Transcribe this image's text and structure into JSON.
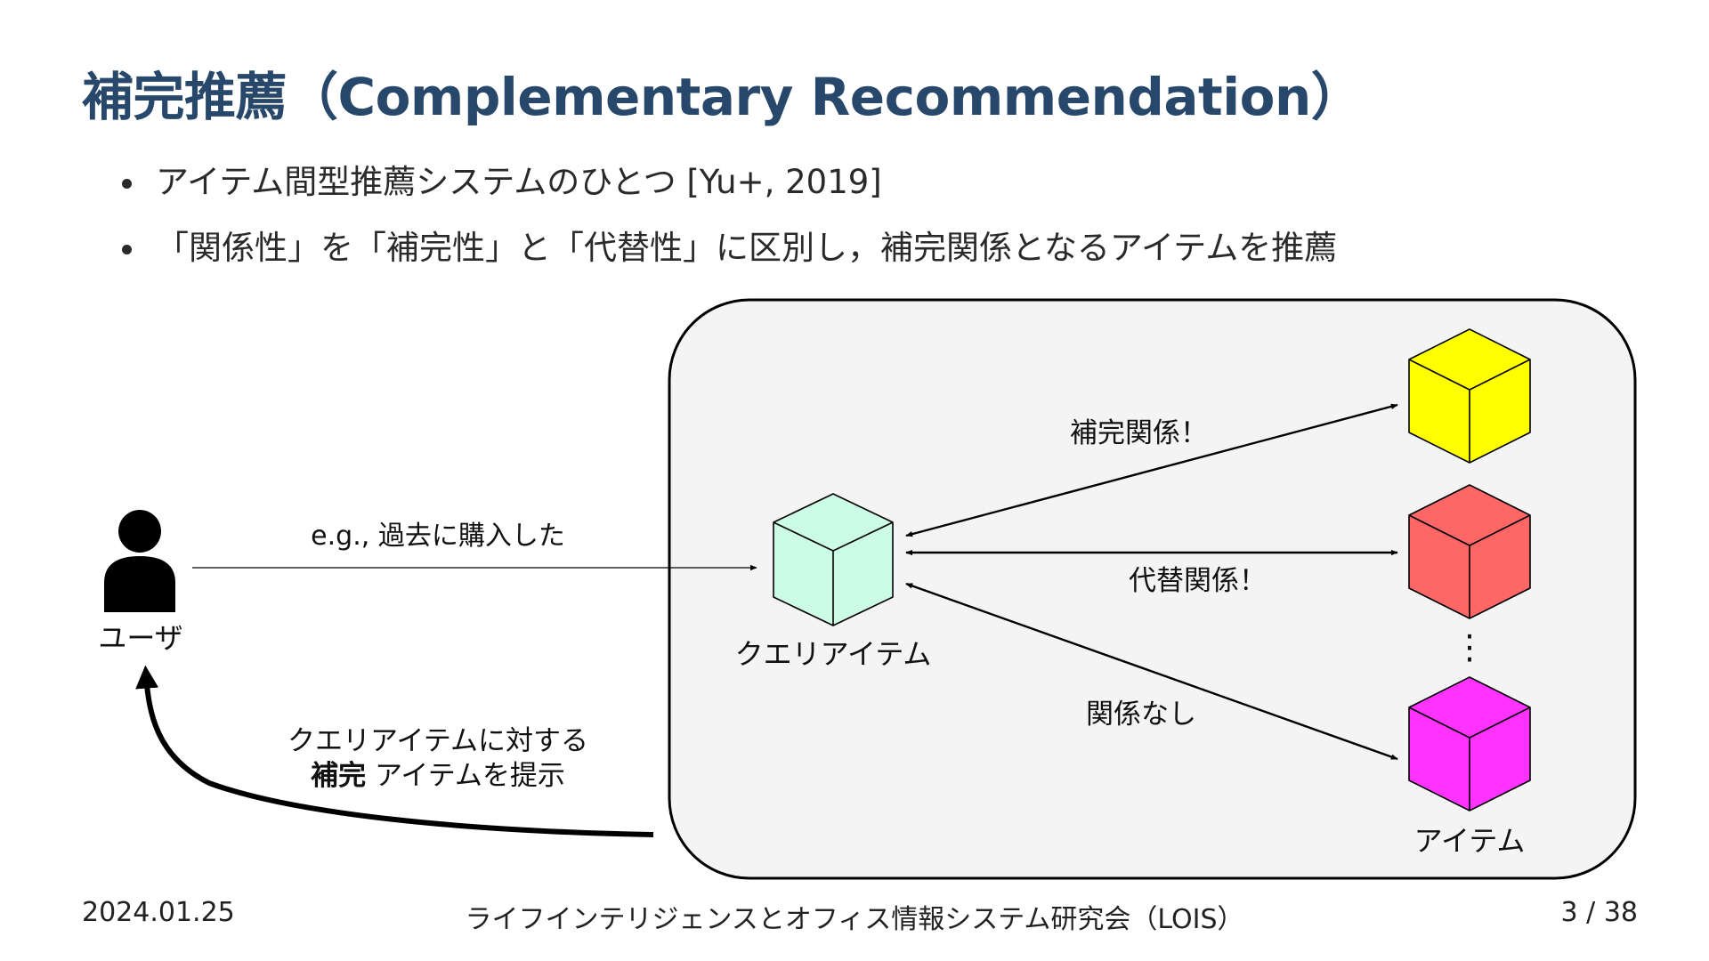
{
  "slide": {
    "title": "補完推薦（Complementary Recommendation）",
    "bullets": [
      "アイテム間型推薦システムのひとつ [Yu+, 2019]",
      "「関係性」を「補完性」と「代替性」に区別し，補完関係となるアイテムを推薦"
    ]
  },
  "diagram": {
    "user_label": "ユーザ",
    "input_label": "e.g., 過去に購入した",
    "query_label": "クエリアイテム",
    "item_label": "アイテム",
    "complement_label": "補完関係！",
    "substitute_label": "代替関係！",
    "unrelated_label": "関係なし",
    "ellipsis": "⋮",
    "output_line1": "クエリアイテムに対する",
    "output_bold": "補完",
    "output_rest": " アイテムを提示",
    "colors": {
      "query_cube": "#ccfce6",
      "complement_cube": "#ffff00",
      "substitute_cube": "#ff6666",
      "unrelated_cube": "#ff33ff",
      "panel": "#f4f4f4"
    }
  },
  "footer": {
    "date": "2024.01.25",
    "venue": "ライフインテリジェンスとオフィス情報システム研究会（LOIS）",
    "page": "3 / 38"
  }
}
